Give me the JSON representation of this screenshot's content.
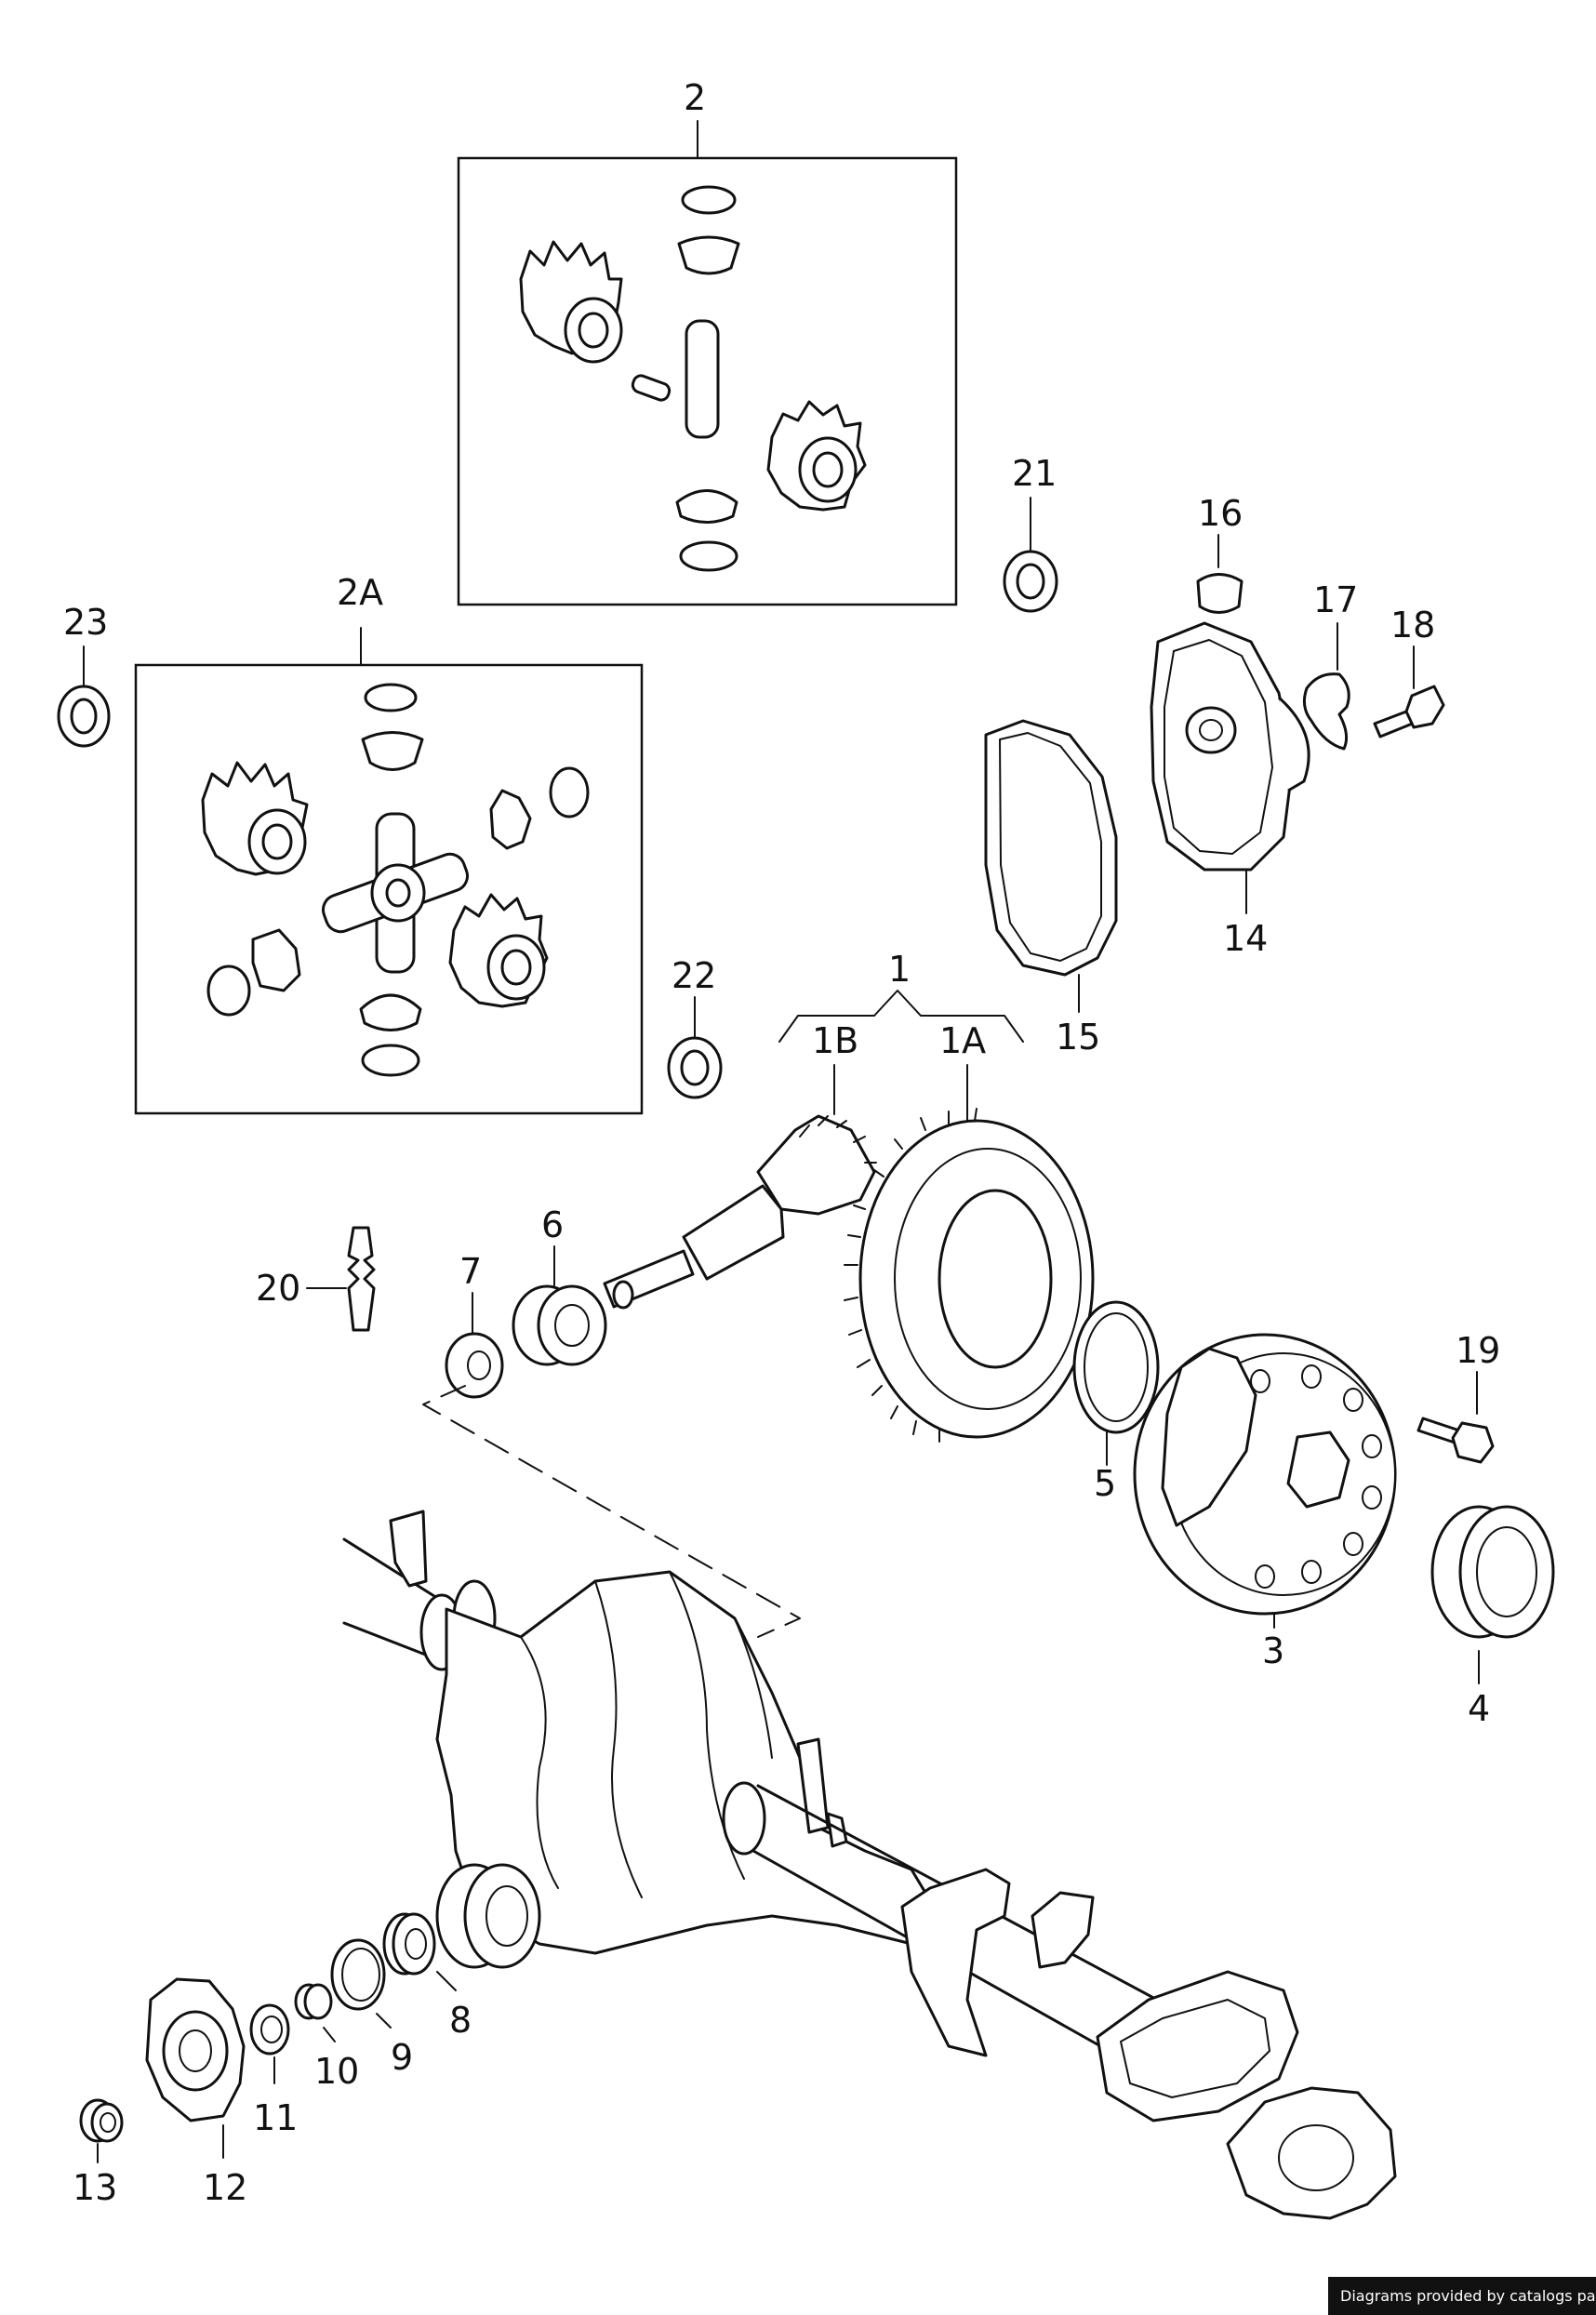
{
  "labels": {
    "l1": "1",
    "l1A": "1A",
    "l1B": "1B",
    "l2": "2",
    "l2A": "2A",
    "l3": "3",
    "l4": "4",
    "l5": "5",
    "l6": "6",
    "l7": "7",
    "l8": "8",
    "l9": "9",
    "l10": "10",
    "l11": "11",
    "l12": "12",
    "l13": "13",
    "l14": "14",
    "l15": "15",
    "l16": "16",
    "l17": "17",
    "l18": "18",
    "l19": "19",
    "l20": "20",
    "l21": "21",
    "l22": "22",
    "l23": "23"
  },
  "credit": "Diagrams provided by catalogs parts"
}
